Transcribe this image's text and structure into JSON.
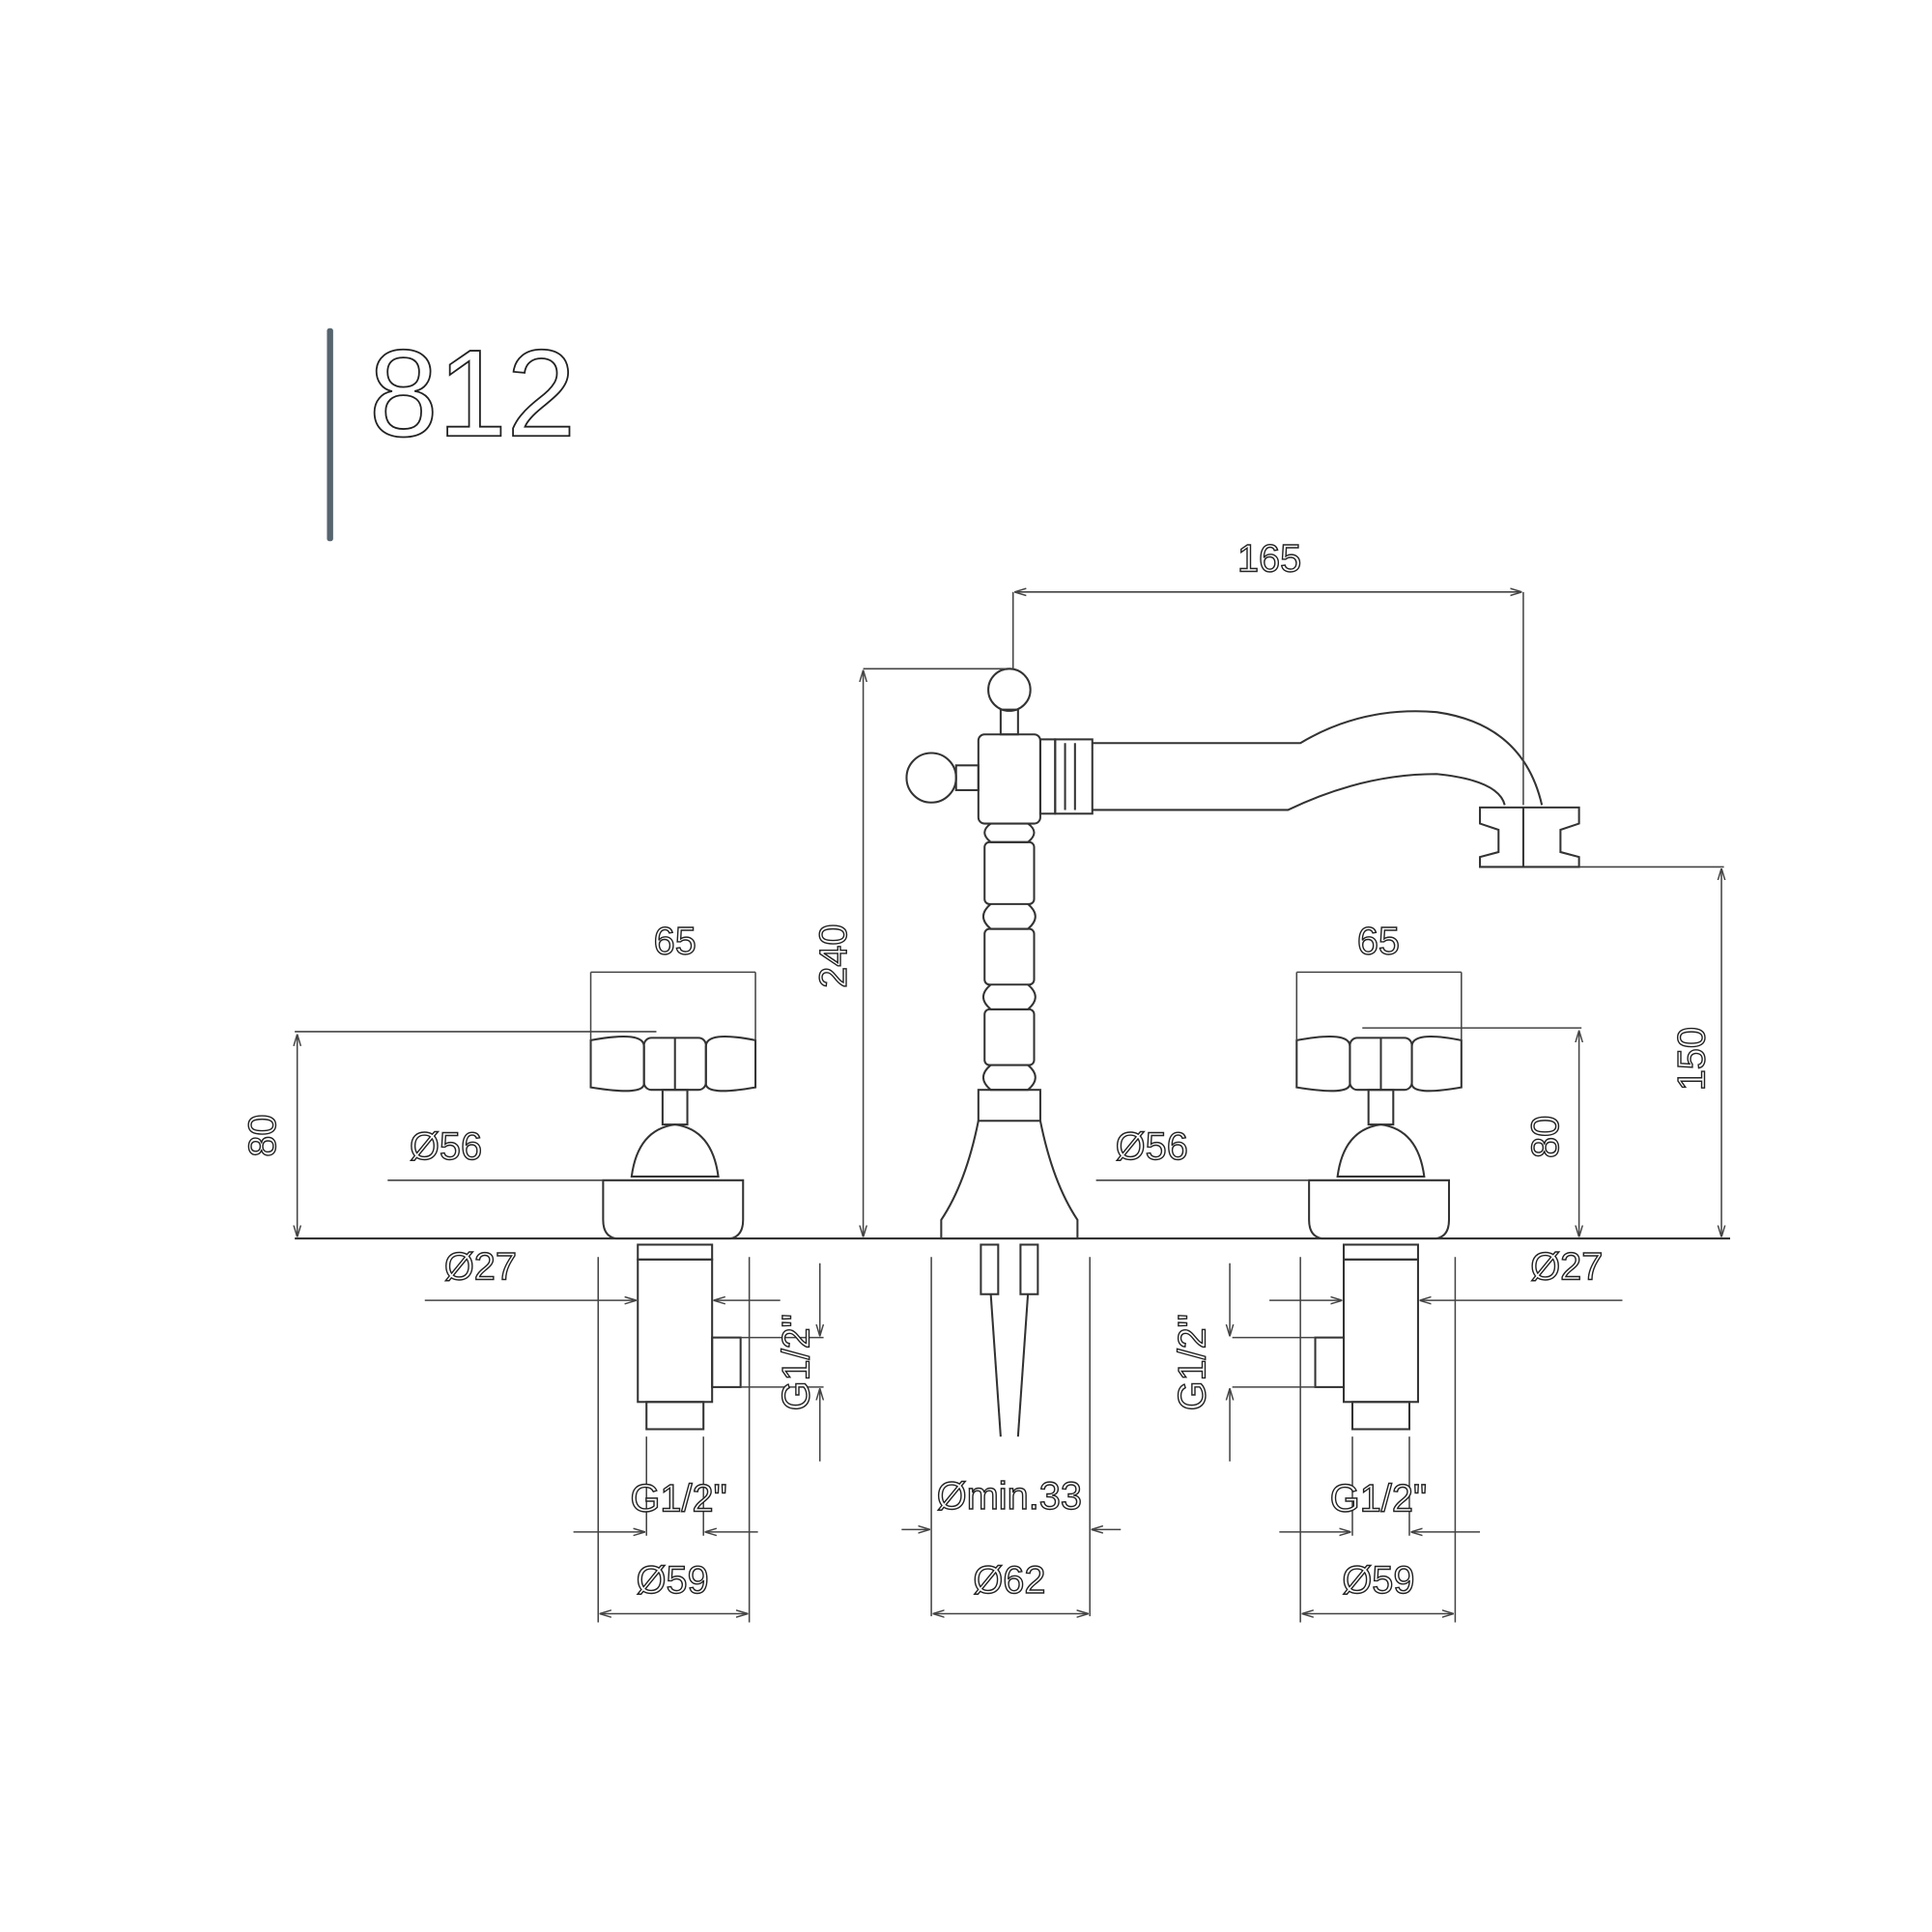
{
  "title": {
    "model_number": "812",
    "accent_color": "#56646e"
  },
  "dimensions": {
    "spout_reach": "165",
    "total_height": "240",
    "spout_height": "150",
    "left_handle_width": "65",
    "right_handle_width": "65",
    "left_handle_height": "80",
    "right_handle_height": "80",
    "left_base_diameter": "Ø56",
    "right_base_diameter": "Ø56",
    "left_shank_diameter": "Ø27",
    "right_shank_diameter": "Ø27",
    "left_outlet_thread": "G1/2\"",
    "right_outlet_thread": "G1/2\"",
    "left_inlet_thread": "G1/2\"",
    "right_inlet_thread": "G1/2\"",
    "left_hole_diameter": "Ø59",
    "right_hole_diameter": "Ø59",
    "center_min_hole": "Ømin.33",
    "center_hole_diameter": "Ø62"
  }
}
